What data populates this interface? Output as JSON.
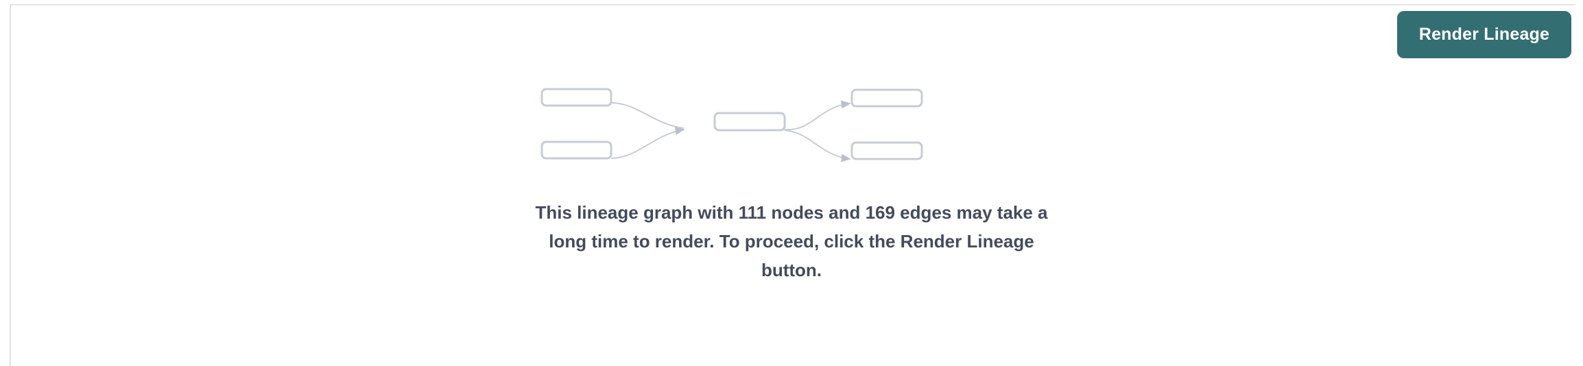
{
  "panel": {
    "background_color": "#ffffff",
    "border_color": "#e3e5e9"
  },
  "toolbar": {
    "render_lineage_label": "Render Lineage",
    "button_color": "#336e73",
    "button_text_color": "#ffffff"
  },
  "empty_state": {
    "message": "This lineage graph with 111 nodes and 169 edges may take a long time to render. To proceed, click the Render Lineage button.",
    "message_color": "#434b5c",
    "node_count": 111,
    "edge_count": 169,
    "illustration": {
      "name": "lineage-graph-placeholder",
      "node_stroke_color": "#c6ccd4",
      "edge_color": "#c6ccd4",
      "nodes": [
        {
          "id": "upstream-1",
          "label": ""
        },
        {
          "id": "upstream-2",
          "label": ""
        },
        {
          "id": "focus",
          "label": ""
        },
        {
          "id": "downstream-1",
          "label": ""
        },
        {
          "id": "downstream-2",
          "label": ""
        }
      ],
      "edges": [
        {
          "from": "upstream-1",
          "to": "focus"
        },
        {
          "from": "upstream-2",
          "to": "focus"
        },
        {
          "from": "focus",
          "to": "downstream-1"
        },
        {
          "from": "focus",
          "to": "downstream-2"
        }
      ]
    }
  }
}
